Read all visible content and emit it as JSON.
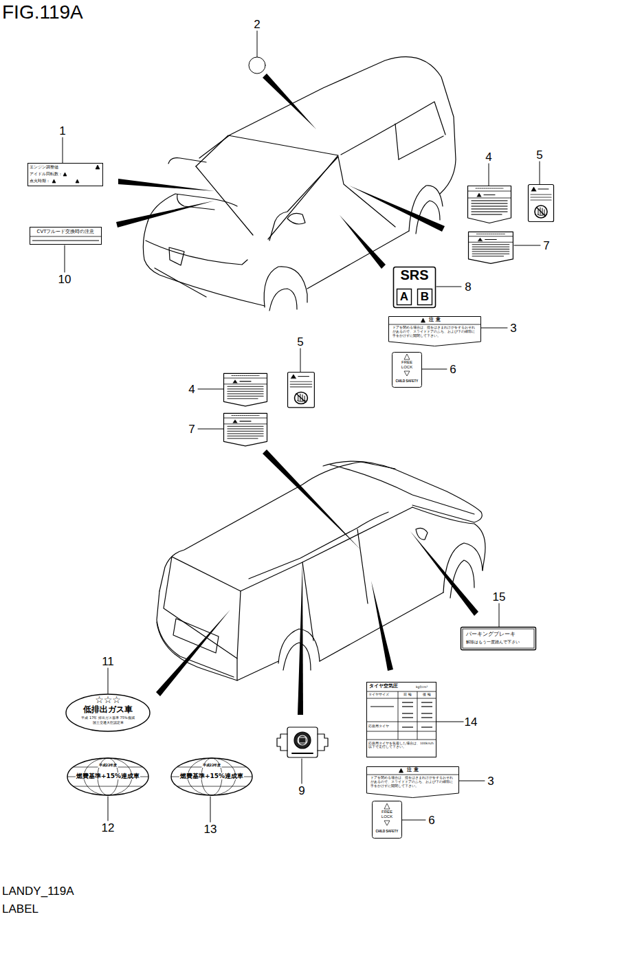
{
  "diagram": {
    "title": "FIG.119A",
    "nodes": [
      {
        "text": [
          "エンジン調整値",
          "アイドル回転数：",
          "点火時期："
        ]
      },
      {
        "text": [
          "CVTフルード交換時の注意"
        ]
      },
      {
        "text": [
          "SRS"
        ]
      },
      {
        "text": [
          "A"
        ],
        "in": 2
      },
      {
        "text": [
          "B"
        ],
        "in": 2
      },
      {
        "text": [
          "注 意",
          "ドアを閉める場合は、指をはさまれけがをするおそれがあるので、スライドドアのふち、および下の縁部に手をかけずに開閉して下さい。"
        ]
      },
      {
        "text": [
          "FREE",
          "LOCK",
          "CHILD SAFETY"
        ]
      },
      {
        "text": [
          "パーキングブレーキ",
          "解除はもう一度踏んで下さい"
        ]
      },
      {
        "text": [
          "☆☆☆",
          "低排出ガス車",
          "平成 17年 排出ガス基準 75%低減",
          "国土交通大臣認定車"
        ]
      },
      {
        "text": [
          "タイヤ空気圧",
          "kgf/cm²",
          "タイヤサイズ",
          "前 輪",
          "後 輪",
          "応急用タイヤ",
          "応急用タイヤを装着した場合は、100km/h以下で走行して下さい。"
        ]
      },
      {
        "text": [
          "注 意",
          "ドアを閉める場合は、指をはさまれけがをするおそれがあるので、スライドドアのふち、および下の縁部に手をかけずに開閉して下さい。"
        ]
      },
      {
        "text": [
          "FREE",
          "LOCK",
          "CHILD SAFETY"
        ]
      },
      {
        "text": [
          "平成22年度",
          "燃費基準+15%達成車"
        ]
      },
      {
        "text": [
          "平成22年度",
          "燃費基準+15%達成車"
        ]
      }
    ],
    "labels": [
      "2",
      "1",
      "4",
      "5",
      "7",
      "10",
      "8",
      "3",
      "5",
      "6",
      "4",
      "7",
      "15",
      "11",
      "14",
      "3",
      "9",
      "6",
      "12",
      "13",
      "LANDY_119A",
      "LABEL"
    ]
  }
}
